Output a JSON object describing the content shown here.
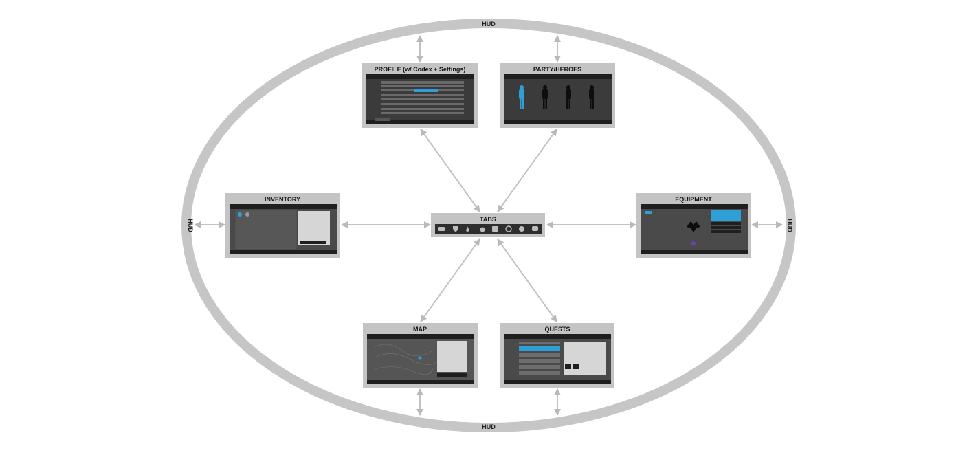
{
  "hud": {
    "top_label": "HUD",
    "bottom_label": "HUD",
    "left_label": "HUD",
    "right_label": "HUD"
  },
  "tabs": {
    "title": "TABS",
    "icons": [
      "book-icon",
      "shield-icon",
      "sword-icon",
      "potion-icon",
      "scroll-icon",
      "compass-icon",
      "badge-icon",
      "chat-icon"
    ]
  },
  "panels": {
    "profile": {
      "title": "PROFILE (w/ Codex + Settings)"
    },
    "party": {
      "title": "PARTY/HEROES"
    },
    "inventory": {
      "title": "INVENTORY"
    },
    "equipment": {
      "title": "EQUIPMENT"
    },
    "map": {
      "title": "MAP"
    },
    "quests": {
      "title": "QUESTS"
    }
  },
  "colors": {
    "ring": "#c6c6c6",
    "panel_frame": "#c4c4c4",
    "screen_dark": "#3a3a3a",
    "screen_mid": "#5a5a5a",
    "accent_blue": "#2f9fd8",
    "arrow": "#c2c2c2"
  }
}
